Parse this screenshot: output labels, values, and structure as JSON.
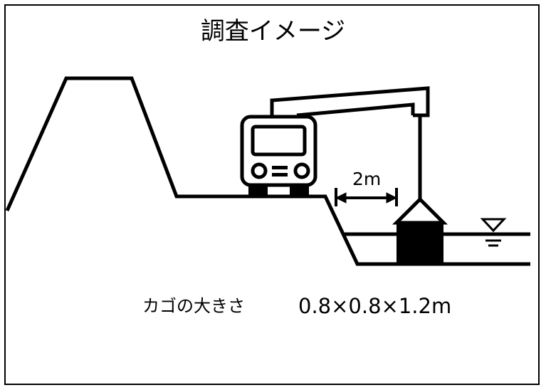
{
  "title": "調査イメージ",
  "dimension_label": "2m",
  "basket": {
    "label": "カゴの大きさ",
    "dimensions": "0.8×0.8×1.2m"
  },
  "colors": {
    "line": "#000000",
    "background": "#ffffff"
  }
}
